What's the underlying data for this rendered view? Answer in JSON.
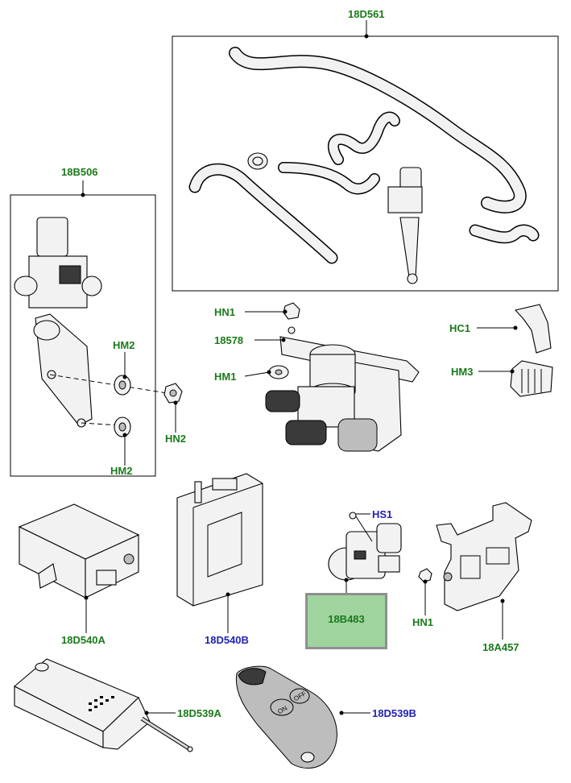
{
  "colors": {
    "green_label": "#1a7a1a",
    "blue_label": "#2323b4",
    "highlight_fill": "#9fd49f",
    "highlight_border": "#8f8f8f"
  },
  "labels": {
    "l18D561": "18D561",
    "l18B506": "18B506",
    "hm2_top": "HM2",
    "hn2": "HN2",
    "hm2_bottom": "HM2",
    "hn1_top": "HN1",
    "l18578": "18578",
    "hm1": "HM1",
    "hc1": "HC1",
    "hm3": "HM3",
    "hs1": "HS1",
    "l18B483": "18B483",
    "hn1_bottom": "HN1",
    "l18A457": "18A457",
    "l18D540A": "18D540A",
    "l18D540B": "18D540B",
    "l18D539A": "18D539A",
    "l18D539B": "18D539B"
  },
  "icons": {
    "remote_on": "ON",
    "remote_off": "OFF"
  }
}
